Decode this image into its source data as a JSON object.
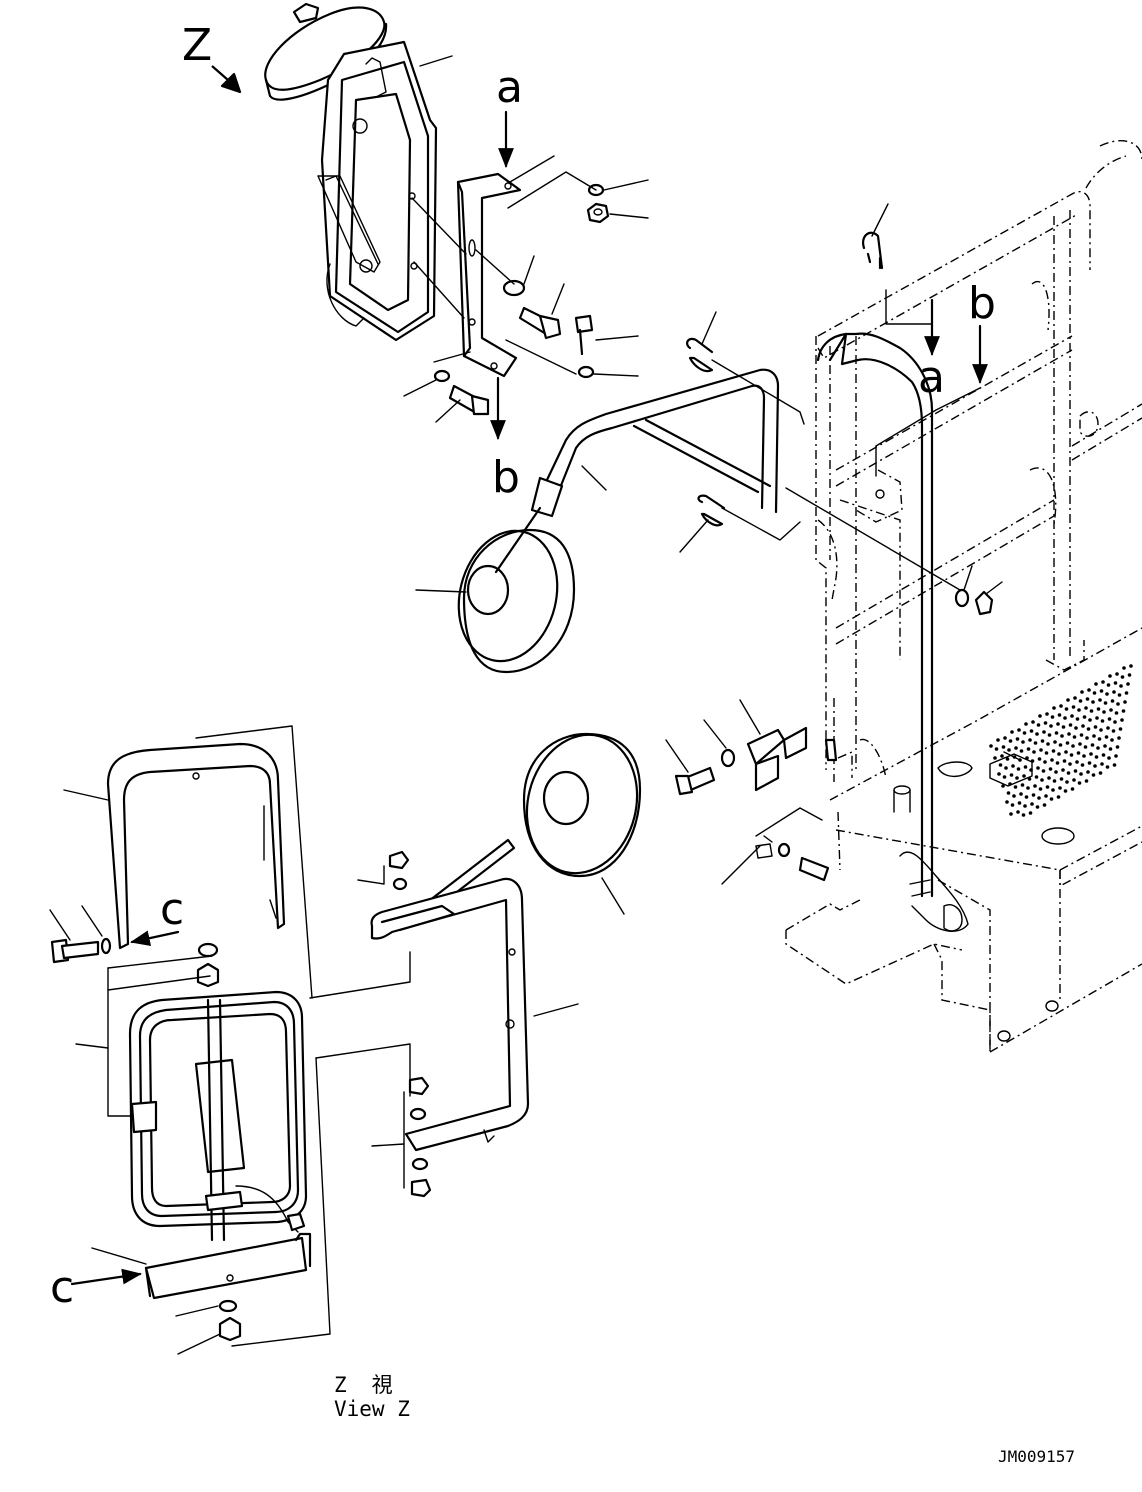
{
  "labels": {
    "view_letter": "Z",
    "section_a_top": "a",
    "section_a_right": "a",
    "section_b_bottom": "b",
    "section_b_right": "b",
    "section_c_upper": "c",
    "section_c_lower": "c"
  },
  "caption": {
    "line1": "Z　視",
    "line2": "View Z"
  },
  "drawing_number": "JM009157"
}
